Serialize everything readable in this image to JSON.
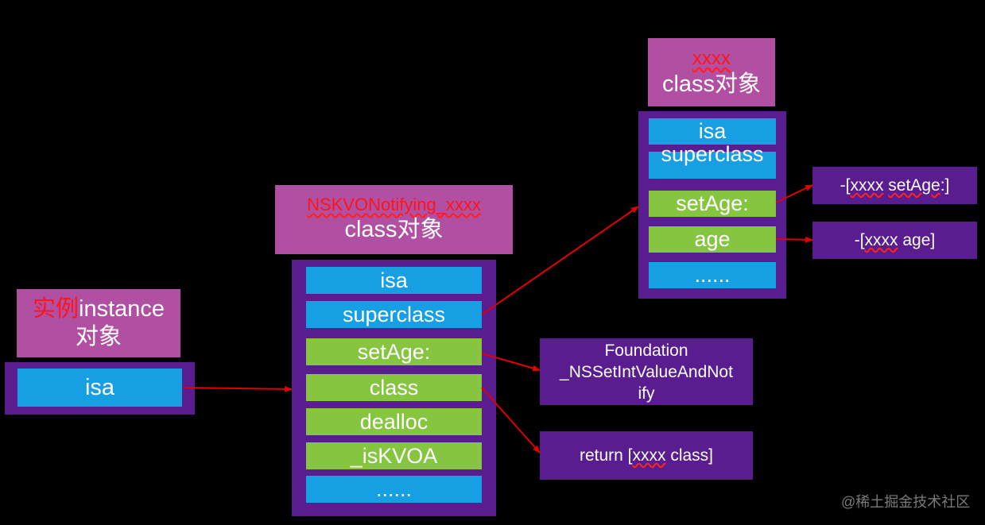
{
  "instance": {
    "title_red": "实例",
    "title_rest": "instance",
    "title_line2": "对象",
    "isa": "isa"
  },
  "nskvo": {
    "name": "NSKVONotifying_xxxx",
    "subtitle": "class对象",
    "slots": [
      "isa",
      "superclass",
      "setAge:",
      "class",
      "dealloc",
      "_isKVOA",
      "......"
    ]
  },
  "xxxx": {
    "name": "xxxx",
    "subtitle": "class对象",
    "slots": [
      "isa",
      "superclass",
      "setAge:",
      "age",
      "......"
    ]
  },
  "impls": {
    "foundation_line1": "Foundation",
    "foundation_line2": "_NSSetIntValueAndNot",
    "foundation_line3": "ify",
    "return_prefix": "return [",
    "return_xxxx": "xxxx",
    "return_suffix": " class]",
    "setage_prefix": "-[",
    "setage_xxxx": "xxxx",
    "setage_space": " ",
    "setage_word": "setAge",
    "setage_suffix": ":]",
    "age_prefix": "-[",
    "age_xxxx": "xxxx",
    "age_suffix": " age]"
  },
  "watermark": "@稀土掘金技术社区",
  "colors": {
    "background": "#000000",
    "header": "#b14fa3",
    "container": "#5a1d8f",
    "blue_slot": "#179fe4",
    "green_slot": "#86c540",
    "arrow": "#e00000",
    "highlight_text": "#ff1515"
  }
}
